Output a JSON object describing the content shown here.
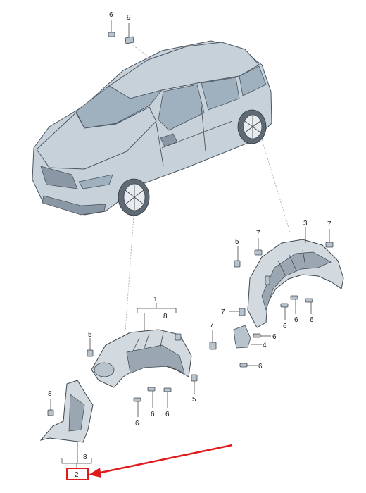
{
  "callouts": {
    "c6_top": "6",
    "c9": "9",
    "c1": "1",
    "c8_front": "8",
    "c5_left": "5",
    "c6_a": "6",
    "c6_b": "6",
    "c5_b": "5",
    "c8_left": "8",
    "c8_bottom": "8",
    "c2": "2",
    "c3": "3",
    "c7_a": "7",
    "c7_b": "7",
    "c5_rear": "5",
    "c7_c": "7",
    "c6_r1": "6",
    "c6_r2": "6",
    "c6_r3": "6",
    "c7_d": "7",
    "c4": "4",
    "c6_r4": "6",
    "c6_r5": "6"
  },
  "highlight": {
    "box_color": "#e01b1b",
    "arrow_color": "#e01b1b"
  }
}
